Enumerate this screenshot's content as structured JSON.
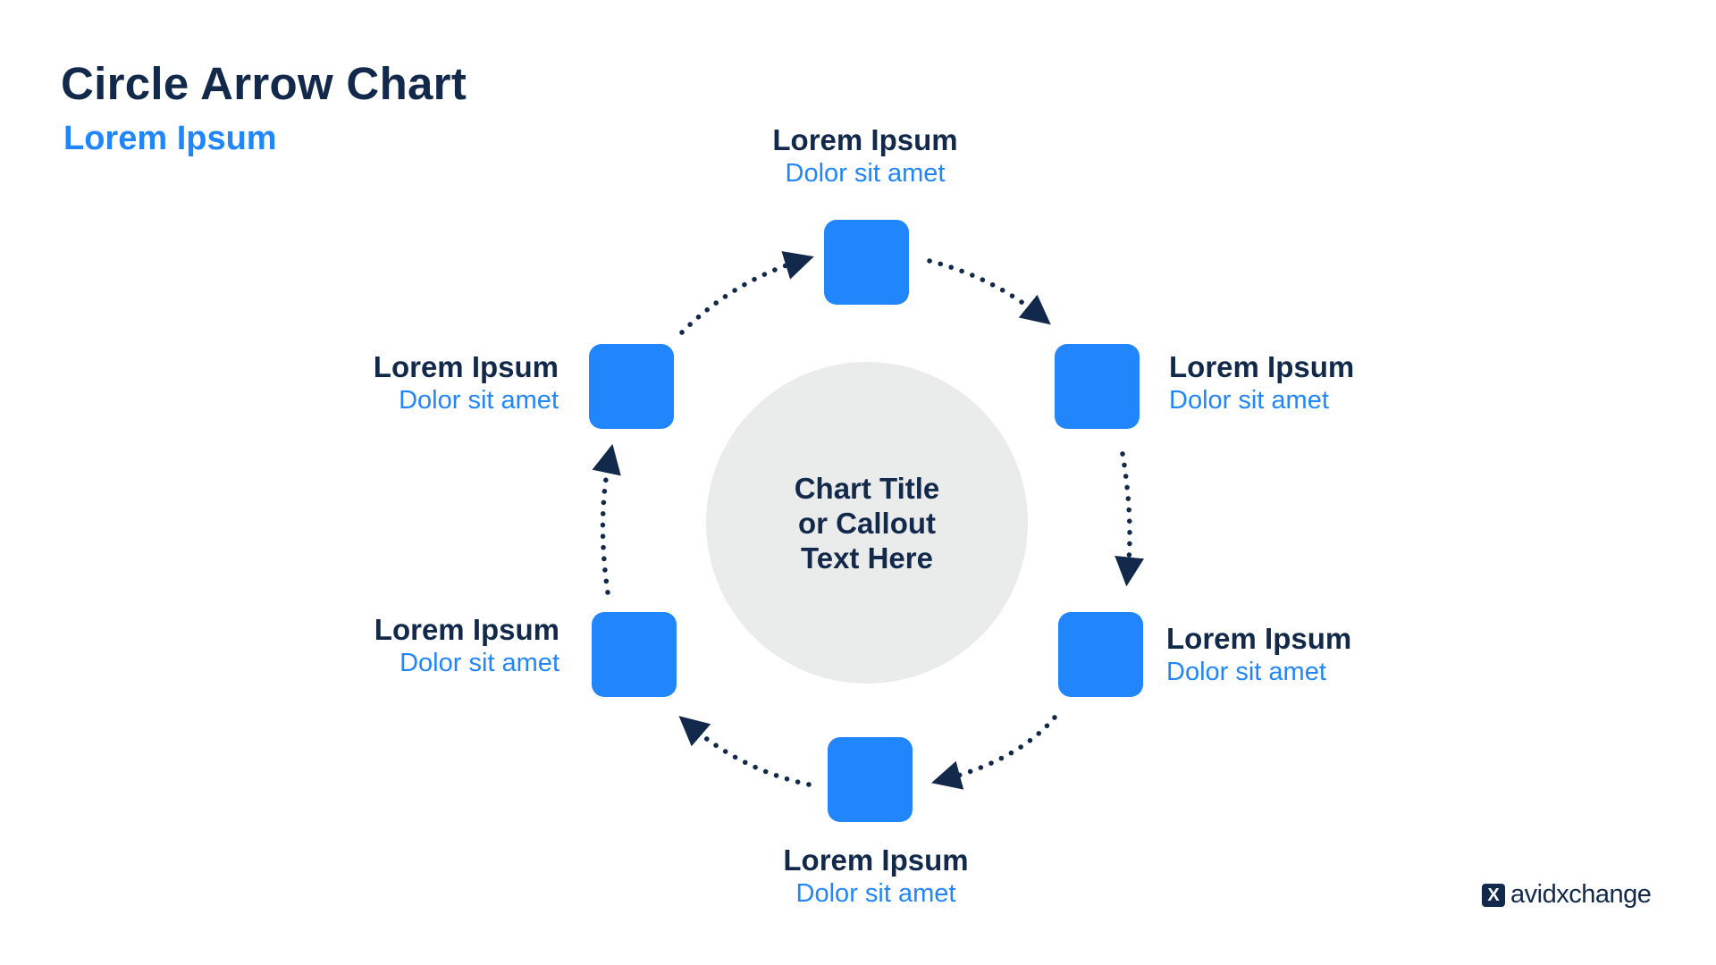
{
  "header": {
    "title": "Circle Arrow Chart",
    "subtitle": "Lorem Ipsum"
  },
  "center": {
    "line1": "Chart Title",
    "line2": "or Callout",
    "line3": "Text Here"
  },
  "steps": [
    {
      "title": "Lorem Ipsum",
      "subtitle": "Dolor sit amet"
    },
    {
      "title": "Lorem Ipsum",
      "subtitle": "Dolor sit amet"
    },
    {
      "title": "Lorem Ipsum",
      "subtitle": "Dolor sit amet"
    },
    {
      "title": "Lorem Ipsum",
      "subtitle": "Dolor sit amet"
    },
    {
      "title": "Lorem Ipsum",
      "subtitle": "Dolor sit amet"
    },
    {
      "title": "Lorem Ipsum",
      "subtitle": "Dolor sit amet"
    }
  ],
  "logo": {
    "mark": "X",
    "wordmark": "avidxchange"
  },
  "colors": {
    "navy": "#13294b",
    "accent_blue": "#2186fb",
    "circle_gray": "#eaebeb",
    "background": "#ffffff"
  }
}
